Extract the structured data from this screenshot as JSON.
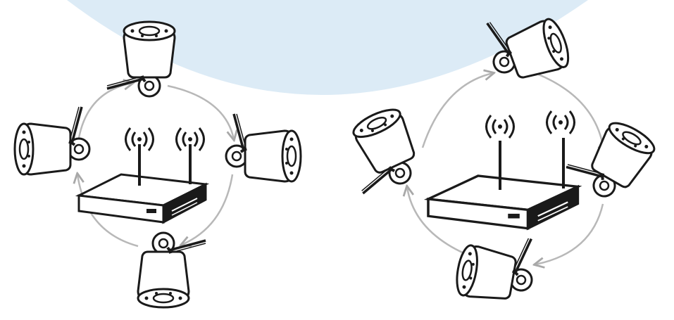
{
  "colors": {
    "background": "#ffffff",
    "sky_arc": "#dcebf6",
    "line": "#1a1a1a",
    "arrow": "#b8b8b8",
    "fill": "#ffffff"
  },
  "diagrams": [
    {
      "name": "ring-topology-left",
      "recorder": {
        "icon": "nvr-icon",
        "antennas": 2,
        "signal_icons": 2
      },
      "cameras": [
        "top",
        "right",
        "bottom",
        "left"
      ],
      "arrows": [
        "top-to-right",
        "right-to-bottom",
        "bottom-to-left",
        "left-to-top"
      ]
    },
    {
      "name": "ring-topology-right",
      "recorder": {
        "icon": "nvr-icon",
        "antennas": 2,
        "signal_icons": 2
      },
      "cameras": [
        "top-right",
        "right",
        "bottom",
        "top-left"
      ],
      "arrows": [
        "top-to-right",
        "right-to-bottom",
        "bottom-to-left",
        "left-to-top"
      ]
    }
  ],
  "icons": [
    "camera-icon",
    "antenna-icon",
    "wifi-signal-icon",
    "nvr-icon",
    "arrow-icon"
  ]
}
